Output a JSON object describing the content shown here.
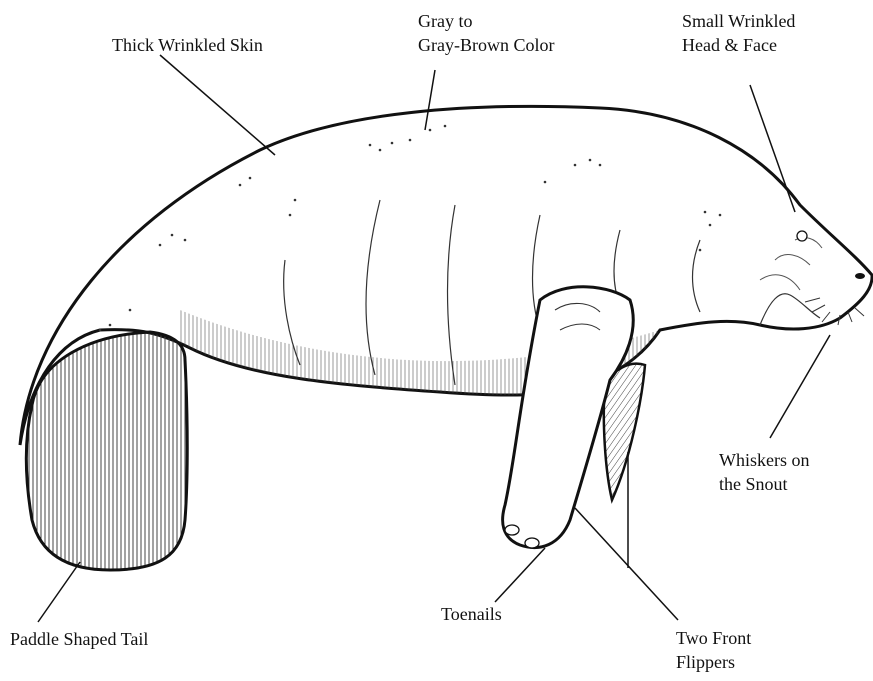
{
  "labels": {
    "skin": "Thick Wrinkled Skin",
    "color_line1": "Gray to",
    "color_line2": "Gray-Brown Color",
    "head_line1": "Small Wrinkled",
    "head_line2": "Head & Face",
    "whiskers_line1": "Whiskers on",
    "whiskers_line2": "the Snout",
    "tail": "Paddle Shaped Tail",
    "toenails": "Toenails",
    "flippers_line1": "Two Front",
    "flippers_line2": "Flippers"
  },
  "colors": {
    "ink": "#111111",
    "body_fill": "#ffffff",
    "hatch": "#444444"
  }
}
